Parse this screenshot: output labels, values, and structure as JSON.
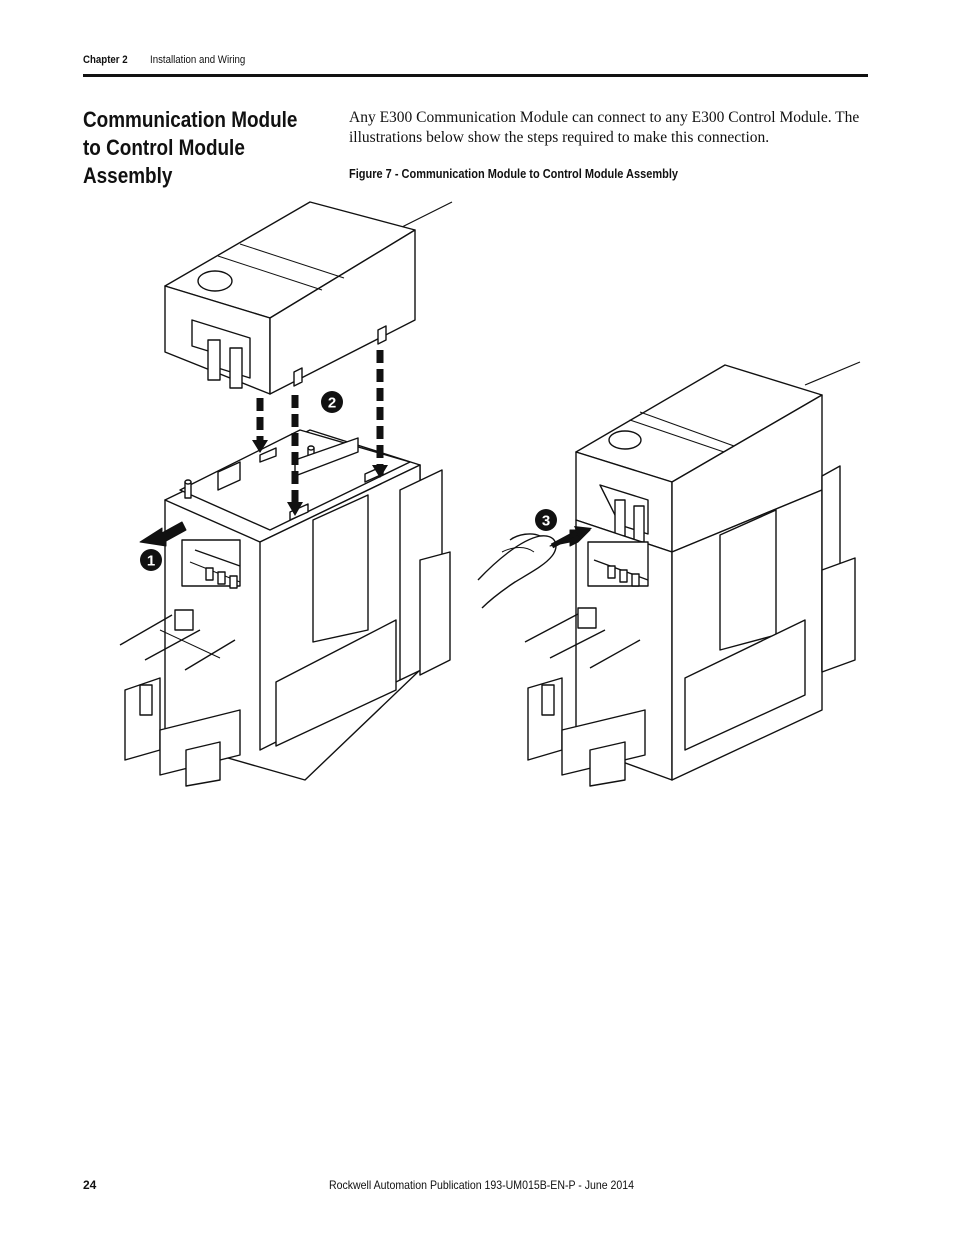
{
  "header": {
    "chapter": "Chapter 2",
    "section": "Installation and Wiring"
  },
  "section": {
    "heading": "Communication Module to Control Module Assembly",
    "intro": "Any E300 Communication Module can connect to any E300 Control Module. The illustrations below show the steps required to make this connection."
  },
  "figure": {
    "caption": "Figure 7 - Communication Module to Control Module Assembly",
    "step_labels": [
      "1",
      "2",
      "3"
    ]
  },
  "footer": {
    "page_number": "24",
    "publication": "Rockwell Automation Publication 193-UM015B-EN-P - June 2014"
  }
}
